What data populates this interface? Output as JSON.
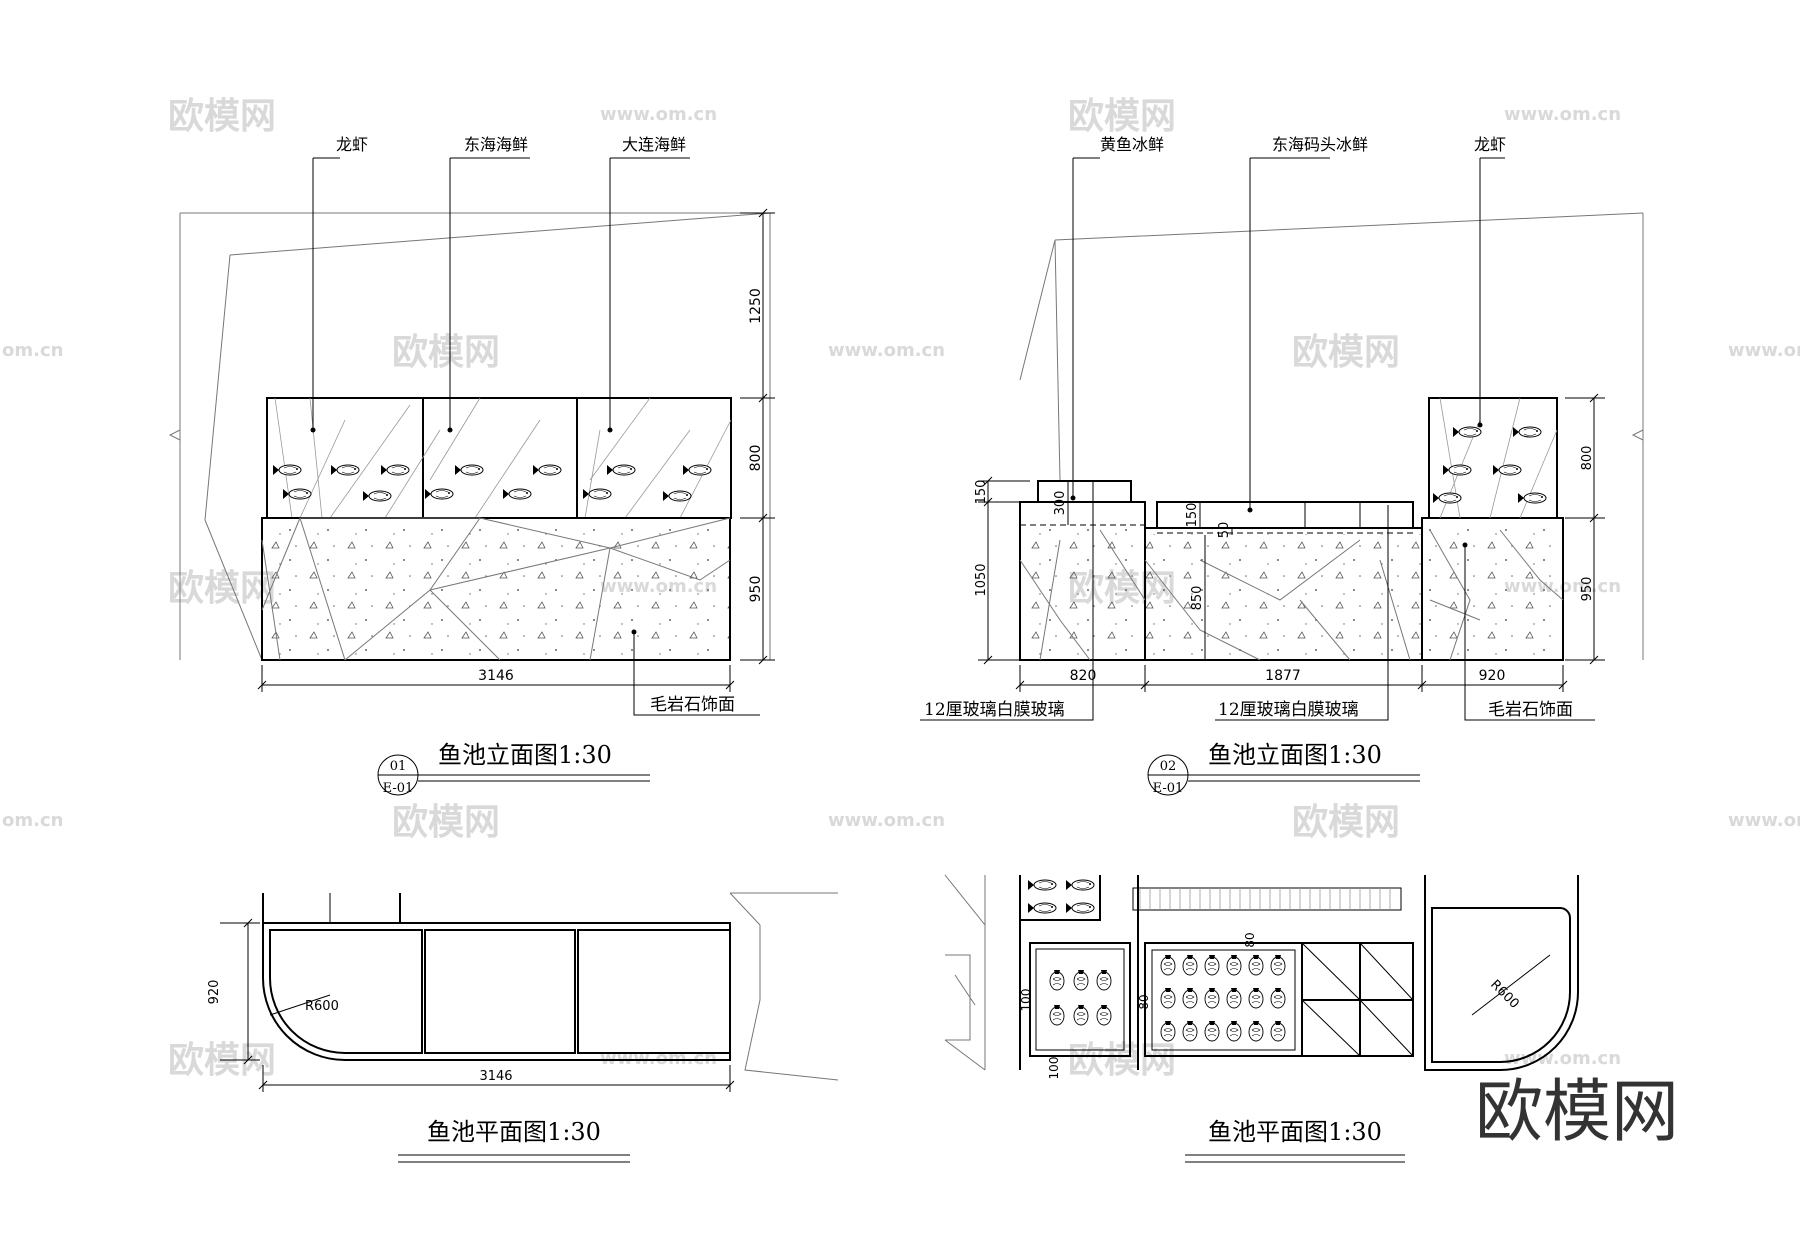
{
  "watermark": {
    "brand_cn": "欧模网",
    "brand_url": "www.om.cn",
    "brand_url_clip": "om.cn",
    "logo_text": "欧模网"
  },
  "elevation_1": {
    "labels": [
      "龙虾",
      "东海海鲜",
      "大连海鲜"
    ],
    "dims_vertical": [
      "1250",
      "800",
      "950"
    ],
    "dim_width": "3146",
    "finish_note": "毛岩石饰面",
    "title": "鱼池立面图1:30",
    "ref_num": "01",
    "ref_sheet": "E-01"
  },
  "elevation_2": {
    "labels": [
      "黄鱼冰鲜",
      "东海码头冰鲜",
      "龙虾"
    ],
    "dims_vertical_left": [
      "150",
      "1050"
    ],
    "dims_vertical_right": [
      "800",
      "950"
    ],
    "dims_inner": [
      "300",
      "150",
      "50",
      "850"
    ],
    "dims_width": [
      "820",
      "1877",
      "920"
    ],
    "notes": [
      "12厘玻璃白膜玻璃",
      "12厘玻璃白膜玻璃",
      "毛岩石饰面"
    ],
    "title": "鱼池立面图1:30",
    "ref_num": "02",
    "ref_sheet": "E-01"
  },
  "plan_1": {
    "dim_depth": "920",
    "radius": "R600",
    "dim_width": "3146",
    "title": "鱼池平面图1:30"
  },
  "plan_2": {
    "dims": [
      "100",
      "100",
      "80",
      "80"
    ],
    "radius": "R600",
    "title": "鱼池平面图1:30"
  }
}
